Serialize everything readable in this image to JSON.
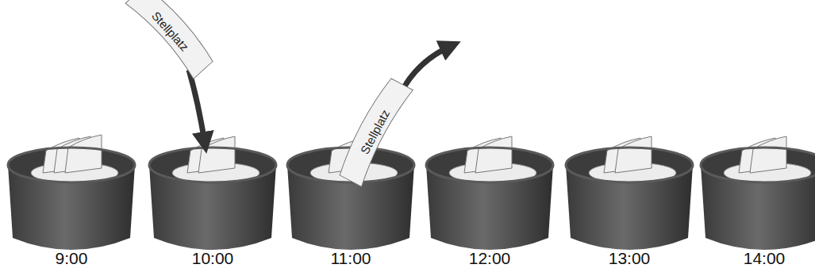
{
  "diagram": {
    "nodes": [
      {
        "text": [
          "Stellplatz"
        ]
      },
      {
        "text": [
          "Stellplatz"
        ]
      }
    ],
    "labels": [
      "9:00",
      "10:00",
      "11:00",
      "12:00",
      "13:00",
      "14:00"
    ]
  }
}
